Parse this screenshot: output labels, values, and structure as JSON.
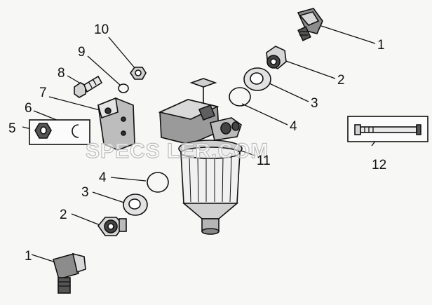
{
  "labels": {
    "l1a": "1",
    "l2a": "2",
    "l3a": "3",
    "l4a": "4",
    "l5": "5",
    "l6": "6",
    "l7": "7",
    "l8": "8",
    "l9": "9",
    "l10": "10",
    "l11": "11",
    "l12": "12",
    "l1b": "1",
    "l2b": "2",
    "l3b": "3",
    "l4b": "4"
  },
  "watermark": "SPECS LER.COM",
  "colors": {
    "ink": "#111111",
    "paper": "#f7f7f5",
    "watermark": "#bdbdbd"
  }
}
